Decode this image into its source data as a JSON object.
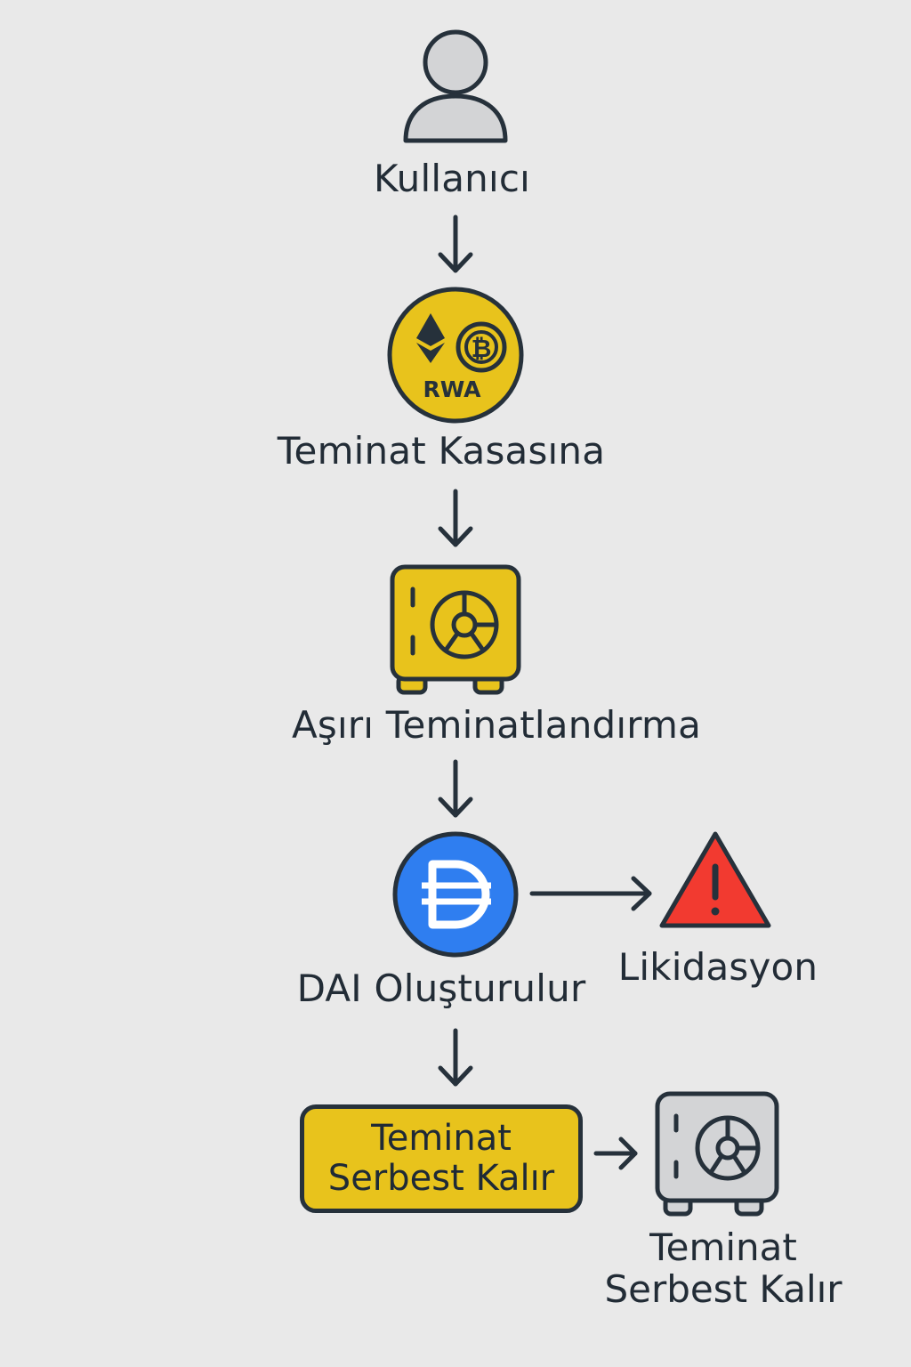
{
  "diagram": {
    "nodes": {
      "user": {
        "label": "Kullanıcı",
        "icon": "user-icon"
      },
      "collateral": {
        "label": "Teminat Kasasına",
        "icon": "crypto-coins-icon",
        "badge": "RWA"
      },
      "vault": {
        "label": "Aşırı Teminatlandırma",
        "icon": "vault-icon"
      },
      "dai": {
        "label": "DAI Oluşturulur",
        "icon": "dai-icon"
      },
      "liquidation": {
        "label": "Likidasyon",
        "icon": "warning-icon"
      },
      "release_box": {
        "line1": "Teminat",
        "line2": "Serbest Kalır"
      },
      "released_vault": {
        "line1": "Teminat",
        "line2": "Serbest Kalır",
        "icon": "vault-icon"
      }
    },
    "edges": [
      {
        "from": "user",
        "to": "collateral"
      },
      {
        "from": "collateral",
        "to": "vault"
      },
      {
        "from": "vault",
        "to": "dai"
      },
      {
        "from": "dai",
        "to": "liquidation"
      },
      {
        "from": "dai",
        "to": "release_box"
      },
      {
        "from": "release_box",
        "to": "released_vault"
      }
    ],
    "colors": {
      "background": "#e9e9e9",
      "stroke": "#26313b",
      "yellow": "#e8c31c",
      "blue": "#2f7ef0",
      "red": "#f23a30",
      "gray": "#d3d4d6"
    }
  }
}
